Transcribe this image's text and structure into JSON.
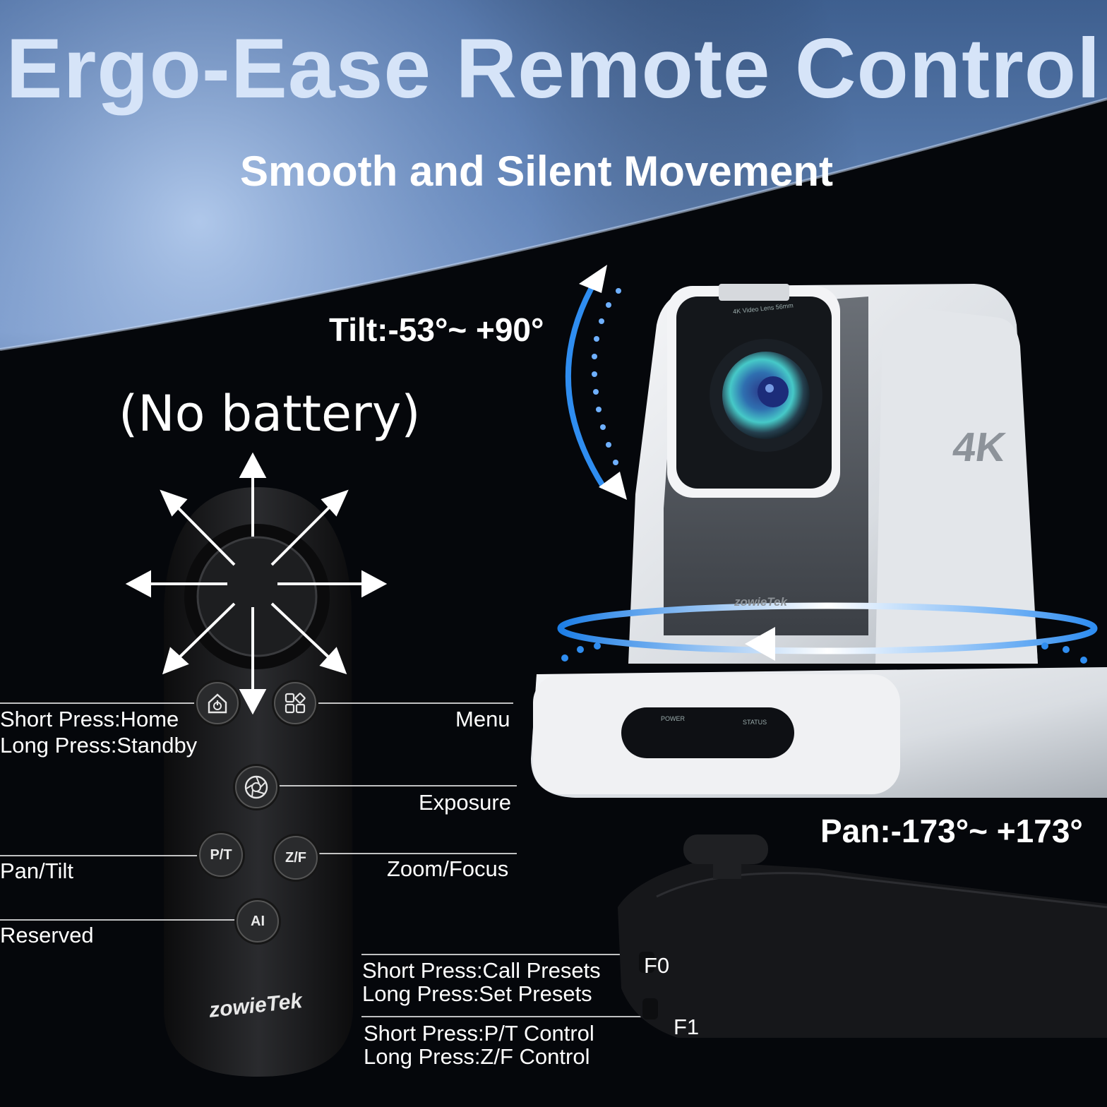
{
  "title": "Ergo-Ease Remote Control",
  "subtitle": "Smooth and Silent Movement",
  "tilt_range": "Tilt:-53°~ +90°",
  "pan_range": "Pan:-173°~ +173°",
  "battery_note": "(No battery)",
  "remote": {
    "brand": "zowieTek",
    "buttons": {
      "pt": "P/T",
      "zf": "Z/F",
      "ai": "AI"
    },
    "callouts": {
      "home_short": "Short Press:Home",
      "home_long": "Long Press:Standby",
      "menu": "Menu",
      "exposure": "Exposure",
      "pan_tilt": "Pan/Tilt",
      "zoom_focus": "Zoom/Focus",
      "reserved": "Reserved",
      "f0_short": "Short Press:Call Presets",
      "f0_long": "Long  Press:Set  Presets",
      "f1_short": "Short Press:P/T Control",
      "f1_long": "Long  Press:Z/F Control"
    },
    "side_keys": {
      "f0": "F0",
      "f1": "F1"
    }
  },
  "camera": {
    "badge": "4K",
    "brand": "zowieTek",
    "lens_text": "4K Video Lens 56mm",
    "indicator_power": "POWER",
    "indicator_status": "STATUS"
  },
  "colors": {
    "accent_blue": "#2f8df0",
    "title": "#d6e4f8",
    "background": "#000000"
  },
  "icons": [
    "home-power-icon",
    "menu-grid-icon",
    "aperture-icon",
    "direction-arrows-icon"
  ]
}
